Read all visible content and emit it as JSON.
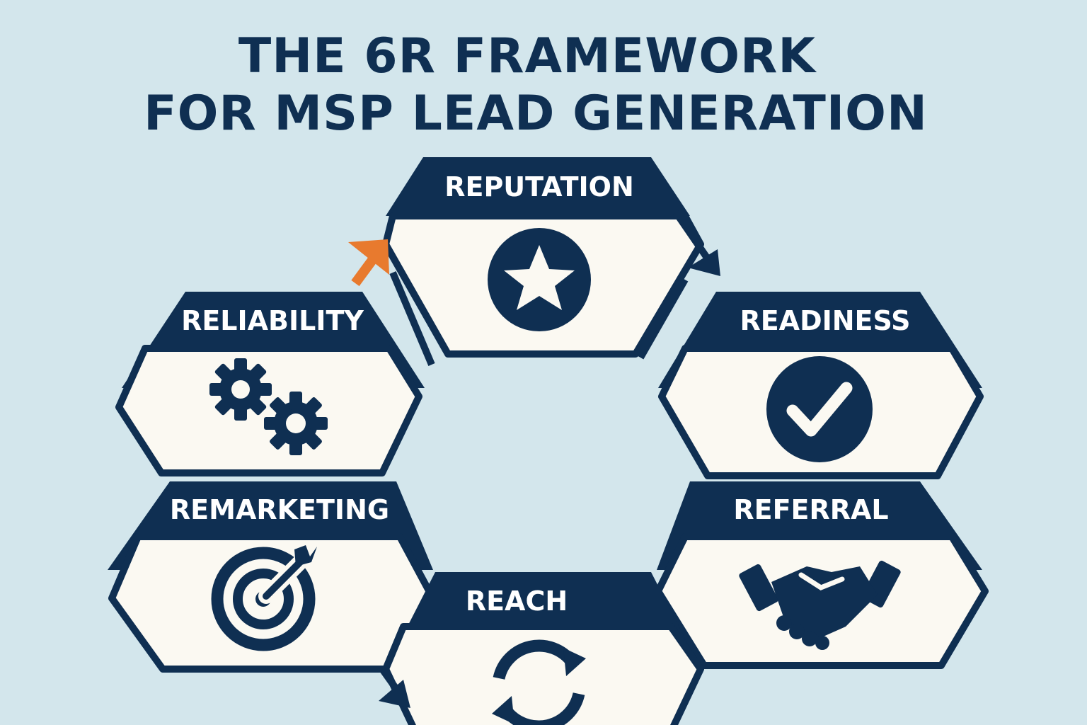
{
  "title": {
    "line1": "THE 6R FRAMEWORK",
    "line2": "FOR MSP LEAD GENERATION"
  },
  "stages": {
    "reputation": {
      "label": "REPUTATION",
      "icon": "star-icon"
    },
    "readiness": {
      "label": "READINESS",
      "icon": "checkmark-icon"
    },
    "referral": {
      "label": "REFERRAL",
      "icon": "handshake-icon"
    },
    "reach": {
      "label": "REACH",
      "icon": "refresh-cycle-icon"
    },
    "remarketing": {
      "label": "REMARKETING",
      "icon": "target-arrow-icon"
    },
    "reliability": {
      "label": "RELIABILITY",
      "icon": "gears-icon"
    }
  },
  "colors": {
    "background": "#d3e6ec",
    "navy": "#0f2f52",
    "cream": "#fbf9f2",
    "accent": "#e87a2e"
  }
}
